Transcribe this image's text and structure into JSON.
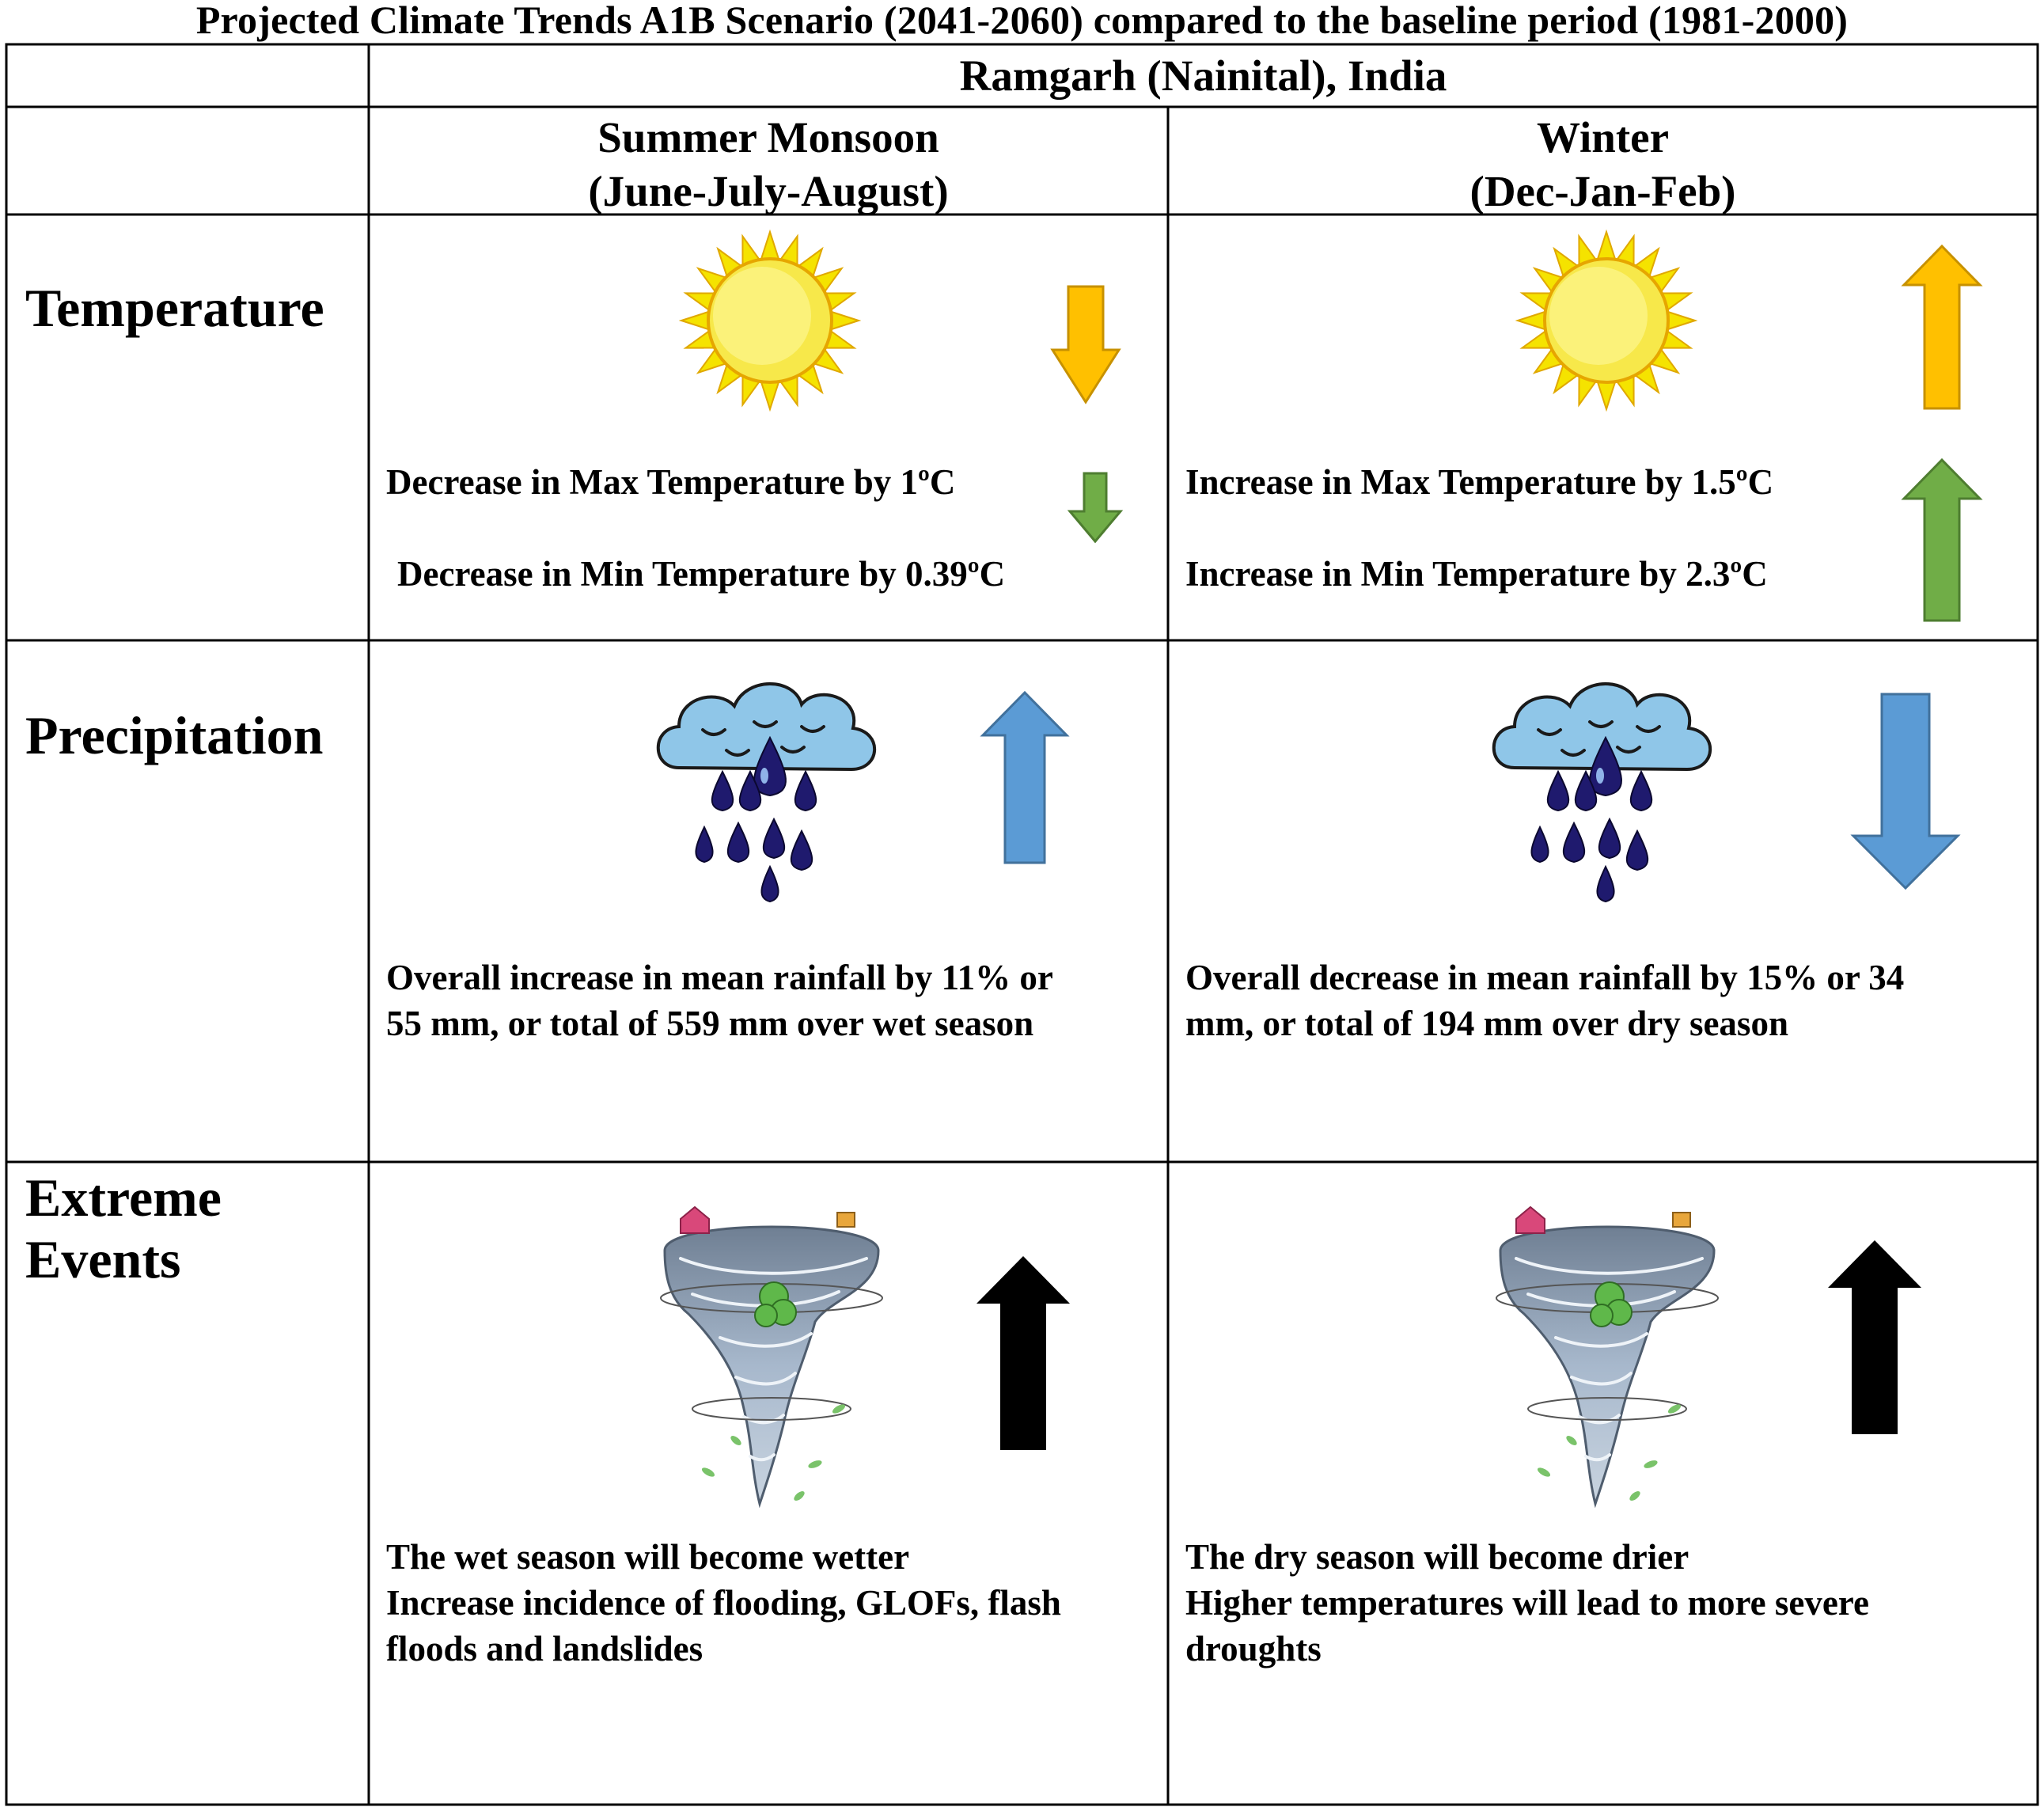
{
  "title": "Projected Climate Trends A1B Scenario (2041-2060) compared to the baseline period (1981-2000)",
  "location": "Ramgarh (Nainital), India",
  "columns": [
    {
      "name": "Summer Monsoon",
      "months": "(June-July-August)"
    },
    {
      "name": "Winter",
      "months": "(Dec-Jan-Feb)"
    }
  ],
  "rows": [
    {
      "label": "Temperature",
      "summer": {
        "line1": "Decrease in Max Temperature by 1ºC",
        "line2": "Decrease in Min Temperature by 0.39ºC",
        "max_trend": "down",
        "min_trend": "down"
      },
      "winter": {
        "line1": "Increase in Max Temperature by 1.5ºC",
        "line2": "Increase in Min Temperature by 2.3ºC",
        "max_trend": "up",
        "min_trend": "up"
      }
    },
    {
      "label": "Precipitation",
      "summer": {
        "line1": "Overall increase in mean rainfall by 11% or",
        "line2": "55 mm, or total of  559 mm over wet season",
        "trend": "up"
      },
      "winter": {
        "line1": "Overall decrease in mean rainfall by 15% or 34",
        "line2": "mm, or total of 194 mm over dry season",
        "trend": "down"
      }
    },
    {
      "label_line1": "Extreme",
      "label_line2": "Events",
      "summer": {
        "line1": "The wet season will become wetter",
        "line2": "Increase incidence of flooding, GLOFs, flash",
        "line3": "floods and landslides",
        "trend": "up"
      },
      "winter": {
        "line1": "The dry season will become drier",
        "line2": "Higher temperatures will lead to more severe",
        "line3": "droughts",
        "trend": "up"
      }
    }
  ],
  "icons": [
    "sun-icon",
    "rain-cloud-icon",
    "tornado-icon"
  ],
  "colors": {
    "sun": "#f7e84a",
    "sun_rays": "#f5e300",
    "max_temp_arrow": "#ffc000",
    "min_temp_arrow": "#70ad47",
    "rain_arrow": "#5b9bd5",
    "extreme_arrow": "#000000",
    "cloud": "#8fc6e8",
    "raindrop": "#1f1a6e"
  }
}
